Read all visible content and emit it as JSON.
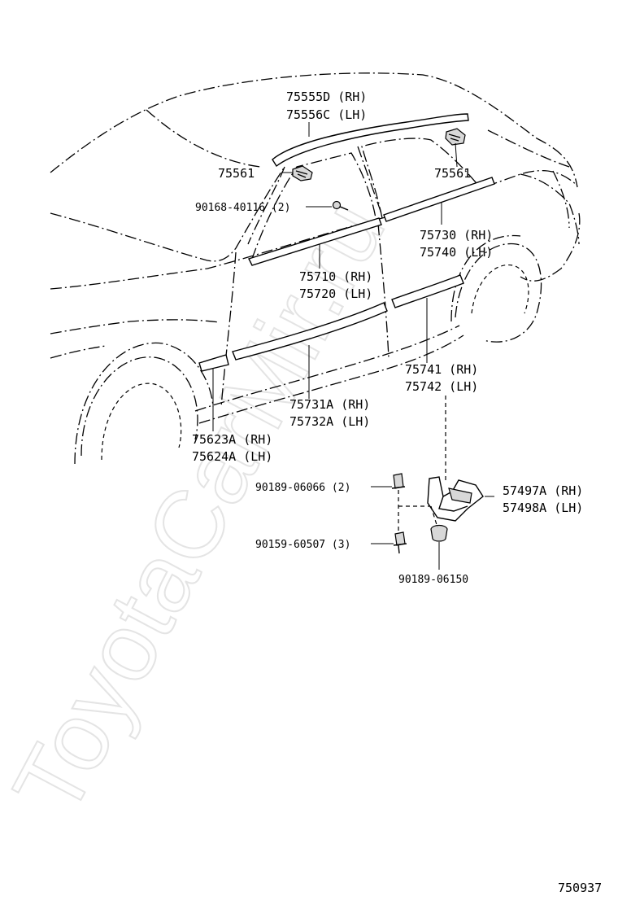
{
  "watermark": "ToyotaCarMir.ru",
  "diagram_id": "750937",
  "callouts": {
    "c75555": {
      "line1": "75555D (RH)",
      "line2": "75556C (LH)"
    },
    "c75561_left": {
      "line1": "75561"
    },
    "c75561_right": {
      "line1": "75561"
    },
    "c90168": {
      "line1": "90168-40116 (2)"
    },
    "c75730": {
      "line1": "75730 (RH)",
      "line2": "75740 (LH)"
    },
    "c75710": {
      "line1": "75710 (RH)",
      "line2": "75720 (LH)"
    },
    "c75741": {
      "line1": "75741 (RH)",
      "line2": "75742 (LH)"
    },
    "c75731": {
      "line1": "75731A (RH)",
      "line2": "75732A (LH)"
    },
    "c75623": {
      "line1": "75623A (RH)",
      "line2": "75624A (LH)"
    },
    "c90189_06066": {
      "line1": "90189-06066 (2)"
    },
    "c57497": {
      "line1": "57497A (RH)",
      "line2": "57498A (LH)"
    },
    "c90159": {
      "line1": "90159-60507 (3)"
    },
    "c90189_06150": {
      "line1": "90189-06150"
    }
  }
}
